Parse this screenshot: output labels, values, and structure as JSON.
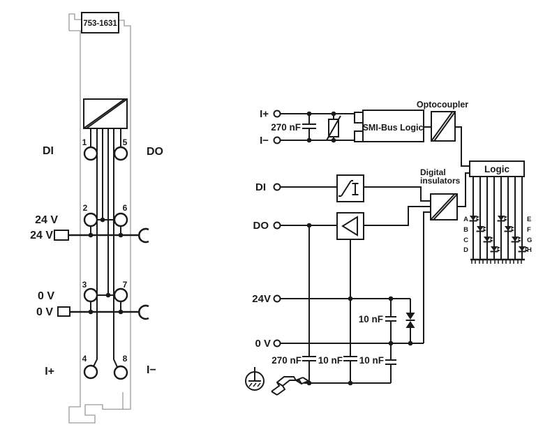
{
  "module": {
    "part_number": "753-1631",
    "terminal_numbers": [
      "1",
      "5",
      "2",
      "6",
      "3",
      "7",
      "4",
      "8"
    ],
    "labels": {
      "di": "DI",
      "do": "DO",
      "v24": "24 V",
      "v0": "0 V",
      "i_plus": "I+",
      "i_minus": "I−"
    }
  },
  "schematic": {
    "terminals": {
      "i_plus": "I+",
      "i_minus": "I−",
      "di": "DI",
      "do": "DO",
      "v24": "24V",
      "v0": "0 V"
    },
    "capacitors": {
      "c270": "270 nF",
      "c10": "10 nF"
    },
    "blocks": {
      "smi_bus": "SMI-Bus Logic",
      "optocoupler": "Optocoupler",
      "insulators_line1": "Digital",
      "insulators_line2": "insulators",
      "logic": "Logic"
    },
    "led_labels": [
      "A",
      "B",
      "C",
      "D",
      "E",
      "F",
      "G",
      "H"
    ]
  },
  "colors": {
    "ink": "#1a1a1a",
    "module_outline": "#9a9a9a",
    "background": "#ffffff"
  }
}
